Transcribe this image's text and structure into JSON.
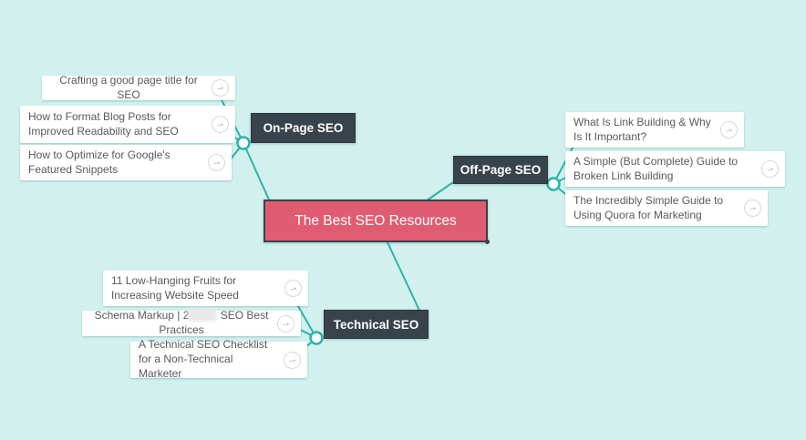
{
  "app": {
    "type": "mind-map"
  },
  "colors": {
    "background": "#d2f1ee",
    "connector_line": "#2bb3aa",
    "root_fill": "#e05c70",
    "root_border": "#3a434b",
    "branch_fill": "#39434b",
    "leaf_fill": "#ffffff",
    "leaf_text": "#565a5e"
  },
  "icons": {
    "open_link": "→"
  },
  "root": {
    "label": "The Best SEO Resources"
  },
  "branches": [
    {
      "label": "On-Page SEO",
      "children": [
        {
          "text": "Crafting a good page title for SEO"
        },
        {
          "text": "How to Format Blog Posts for Improved Readability and SEO"
        },
        {
          "text": "How to Optimize for Google's Featured Snippets"
        }
      ]
    },
    {
      "label": "Off-Page SEO",
      "children": [
        {
          "text": "What Is Link Building & Why Is It Important?"
        },
        {
          "text": "A Simple (But Complete) Guide to Broken Link Building"
        },
        {
          "text": "The Incredibly Simple Guide to Using Quora for Marketing"
        }
      ]
    },
    {
      "label": "Technical SEO",
      "children": [
        {
          "text": "11 Low-Hanging Fruits for Increasing Website Speed"
        },
        {
          "text_prefix": "Schema Markup | 2",
          "redacted": true,
          "text_suffix": " SEO Best Practices"
        },
        {
          "text": "A Technical SEO Checklist for a Non-Technical Marketer"
        }
      ]
    }
  ]
}
